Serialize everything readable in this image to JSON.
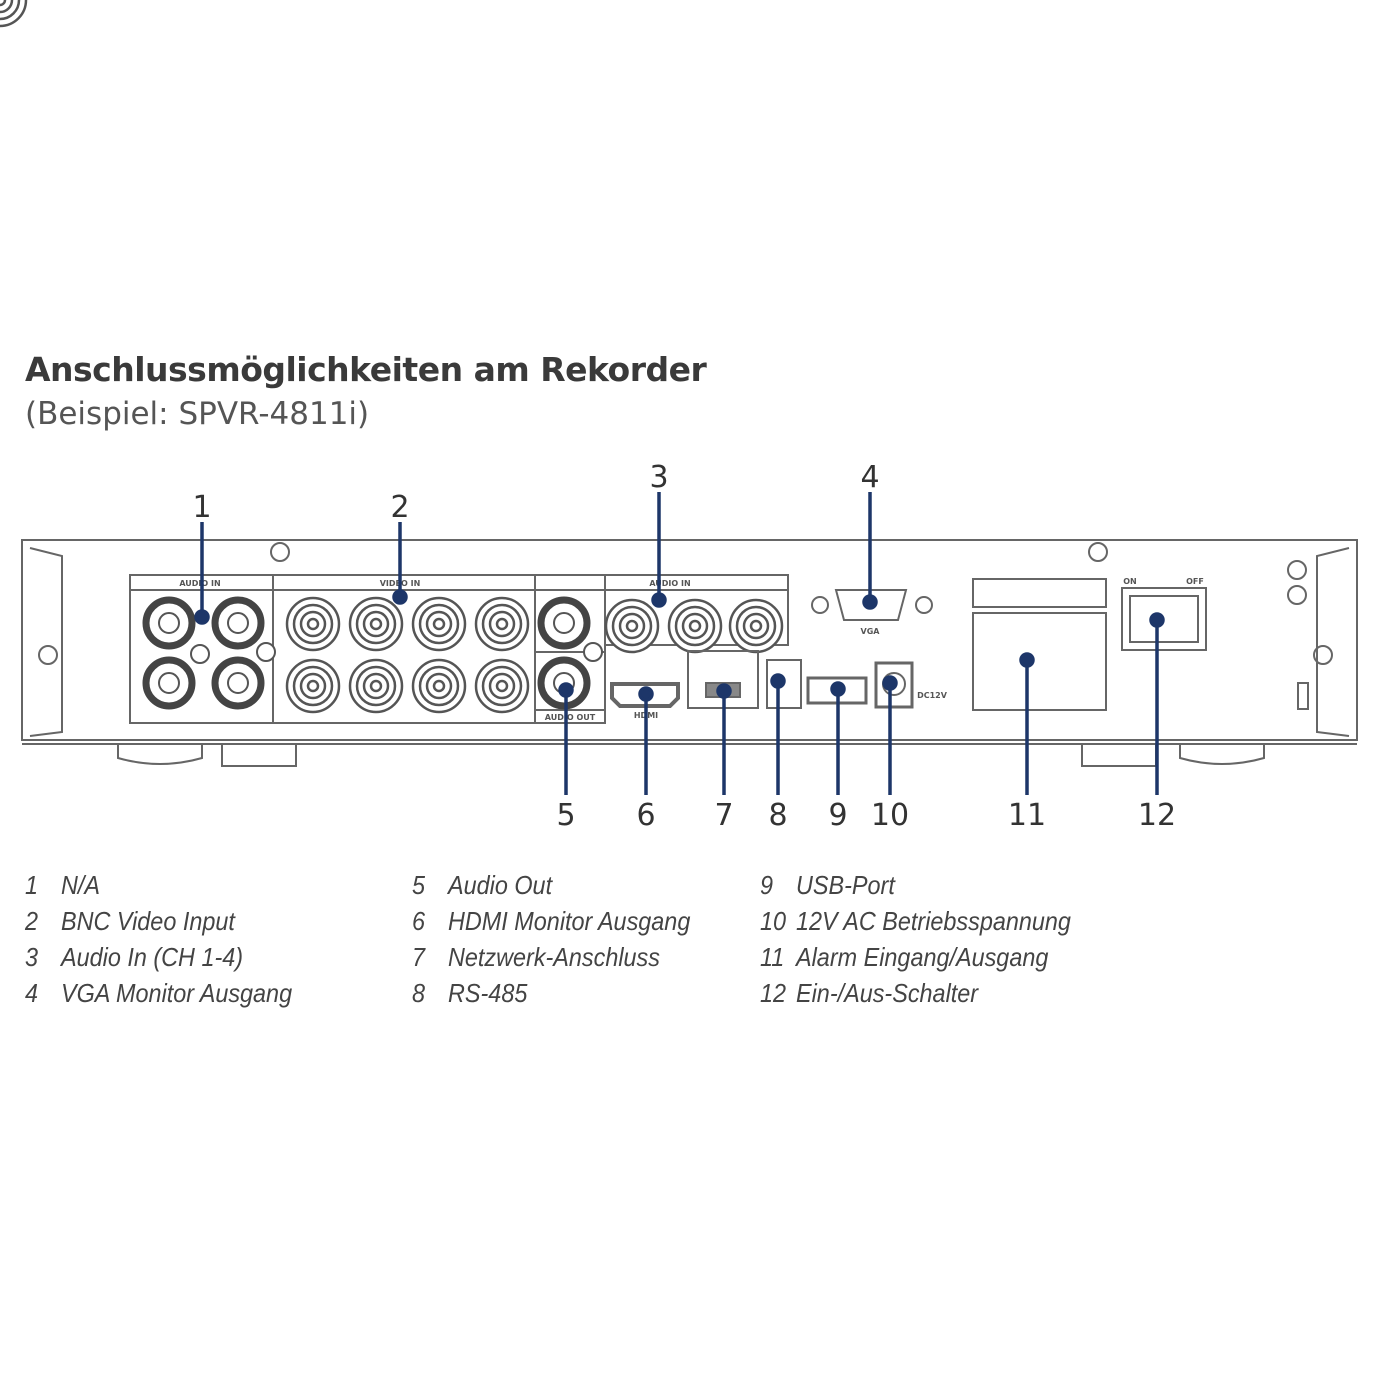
{
  "title": "Anschlussmöglichkeiten am Rekorder",
  "subtitle": "(Beispiel: SPVR-4811i)",
  "colors": {
    "callout": "#1d3669",
    "outline": "#555555",
    "panel": "#ffffff"
  },
  "panel_labels": {
    "audio_in": "AUDIO IN",
    "video_in": "VIDEO IN",
    "audio_in_2": "AUDIO IN",
    "audio_out": "AUDIO OUT",
    "vga": "VGA",
    "hdmi": "HDMI",
    "dc": "DC12V",
    "on": "ON",
    "off": "OFF"
  },
  "callouts": [
    "1",
    "2",
    "3",
    "4",
    "5",
    "6",
    "7",
    "8",
    "9",
    "10",
    "11",
    "12"
  ],
  "legend": [
    {
      "num": "1",
      "text": "N/A"
    },
    {
      "num": "2",
      "text": "BNC Video Input"
    },
    {
      "num": "3",
      "text": "Audio In (CH 1-4)"
    },
    {
      "num": "4",
      "text": "VGA Monitor Ausgang"
    },
    {
      "num": "5",
      "text": "Audio Out"
    },
    {
      "num": "6",
      "text": "HDMI Monitor Ausgang"
    },
    {
      "num": "7",
      "text": "Netzwerk-Anschluss"
    },
    {
      "num": "8",
      "text": "RS-485"
    },
    {
      "num": "9",
      "text": "USB-Port"
    },
    {
      "num": "10",
      "text": "12V AC Betriebsspannung"
    },
    {
      "num": "11",
      "text": "Alarm Eingang/Ausgang"
    },
    {
      "num": "12",
      "text": "Ein-/Aus-Schalter"
    }
  ]
}
